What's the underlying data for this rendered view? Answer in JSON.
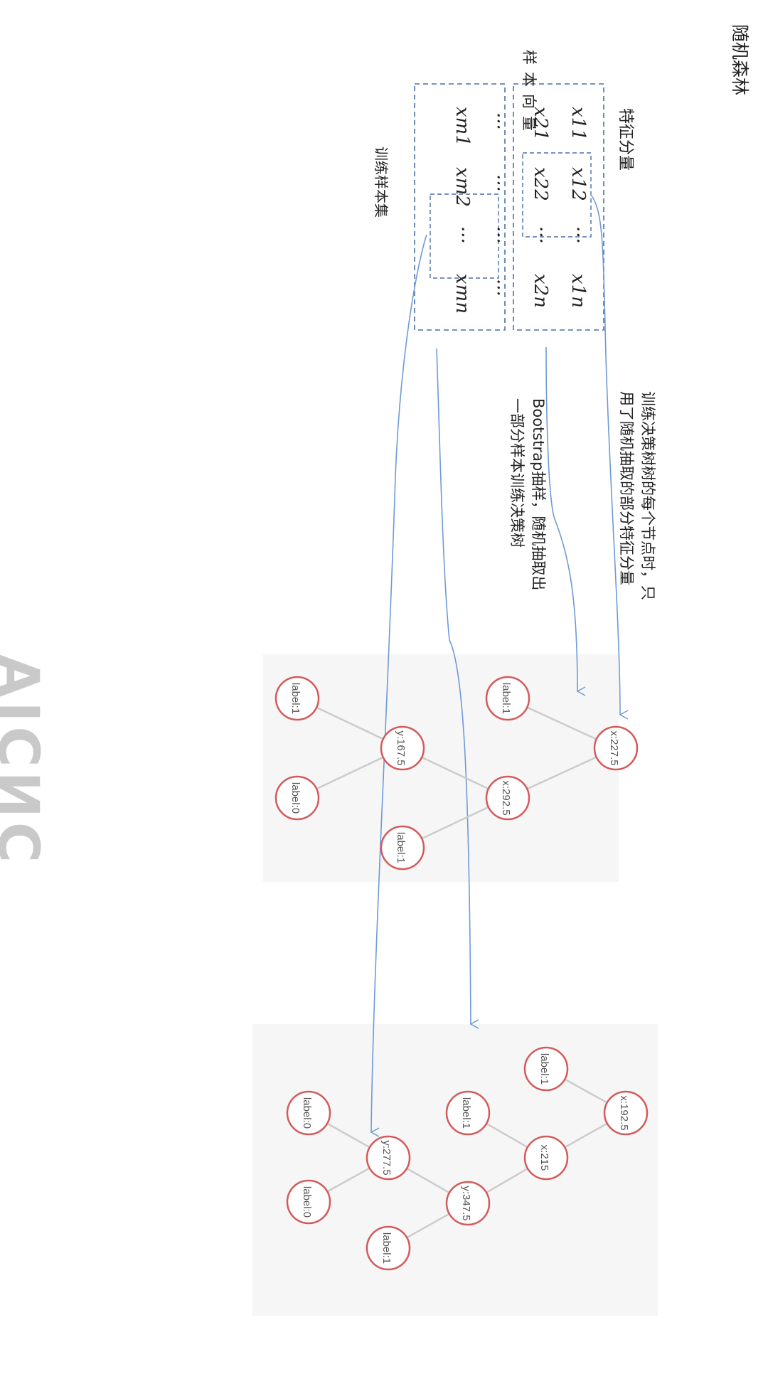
{
  "title": "随机森林",
  "feature_label": "特征分量",
  "sample_vector_label": "样本向量",
  "training_set_label": "训练样本集",
  "annotation_feature": {
    "line1": "训练决策树树的每个节点时，只",
    "line2": "用了随机抽取的部分特征分量"
  },
  "annotation_bootstrap": {
    "line1": "Bootstrap抽样，随机抽取出",
    "line2": "一部分样本训练决策树"
  },
  "watermark": "AIСИС",
  "matrix": {
    "row1": [
      "x11",
      "x12",
      "...",
      "x1n"
    ],
    "row2": [
      "x21",
      "x22",
      "...",
      "x2n"
    ],
    "row3": [
      "...",
      "...",
      "...",
      "..."
    ],
    "rowm": [
      "xm1",
      "xm2",
      "...",
      "xmn"
    ]
  },
  "trees": [
    {
      "nodes": [
        "x:227.5",
        "label:1",
        "x:292.5",
        "label:1",
        "y:167.5",
        "label:1",
        "label:0"
      ]
    },
    {
      "nodes": [
        "x:192.5",
        "label:1",
        "x:215",
        "label:1",
        "y:347.5",
        "label:1",
        "y:277.5",
        "label:0",
        "label:0"
      ]
    }
  ],
  "colors": {
    "arrow": "#6f9ad6",
    "dashed_box": "#4a6fa5",
    "node": "#d45a5a",
    "edge": "#cccccc"
  }
}
